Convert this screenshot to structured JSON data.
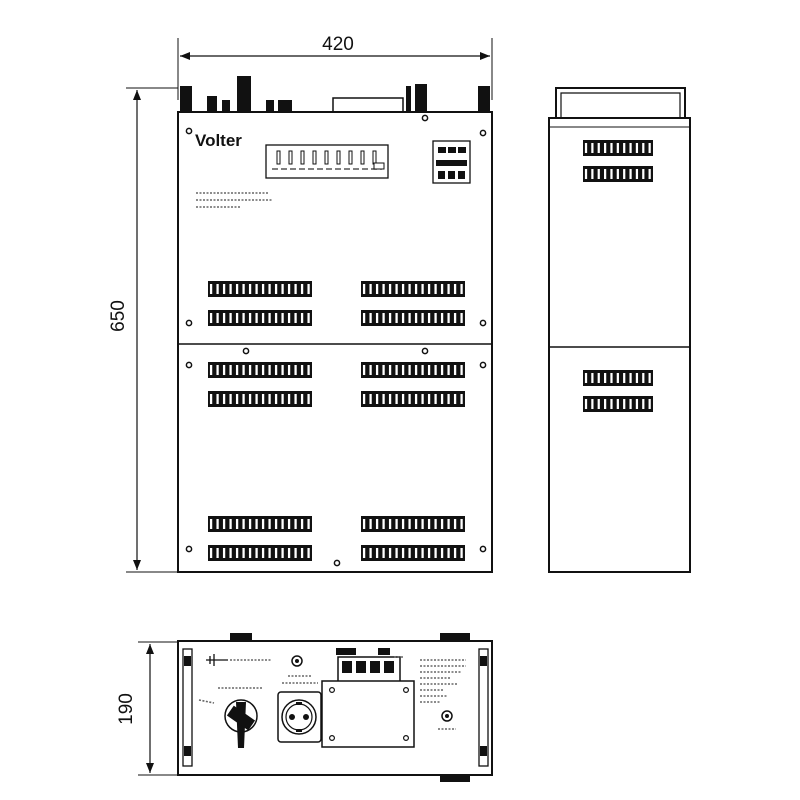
{
  "dimensions": {
    "width": "420",
    "height": "650",
    "depth": "190"
  },
  "front_view": {
    "brand": "Volter"
  },
  "colors": {
    "line": "#111111",
    "background": "#ffffff"
  }
}
